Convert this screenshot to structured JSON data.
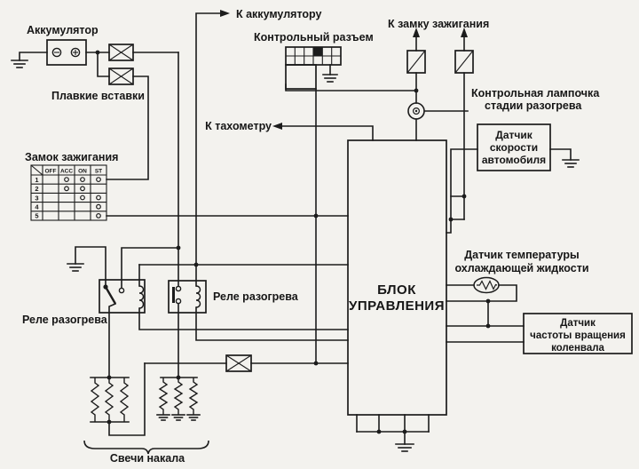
{
  "labels": {
    "battery": "Аккумулятор",
    "fusible_links": "Плавкие вставки",
    "ignition_lock": "Замок зажигания",
    "to_battery": "К аккумулятору",
    "test_connector": "Контрольный разъем",
    "to_ignition_lock": "К замку зажигания",
    "warmup_lamp_line1": "Контрольная лампочка",
    "warmup_lamp_line2": "стадии разогрева",
    "to_tachometer": "К тахометру",
    "warmup_relay": "Реле разогрева",
    "glow_plugs": "Свечи накала",
    "speed_sensor_lines": [
      "Датчик",
      "скорости",
      "автомобиля"
    ],
    "control_unit_lines": [
      "БЛОК",
      "УПРАВЛЕНИЯ"
    ],
    "coolant_sensor_lines": [
      "Датчик температуры",
      "охлаждающей жидкости"
    ],
    "crank_sensor_lines": [
      "Датчик",
      "частоты вращения",
      "коленвала"
    ]
  },
  "ignition_table": {
    "columns": [
      "OFF",
      "ACC",
      "ON",
      "ST"
    ],
    "rows": [
      {
        "position": "1",
        "contacts": [
          "ACC",
          "ON",
          "ST"
        ]
      },
      {
        "position": "2",
        "contacts": [
          "ACC",
          "ON"
        ]
      },
      {
        "position": "3",
        "contacts": [
          "ON",
          "ST"
        ]
      },
      {
        "position": "4",
        "contacts": [
          "ST"
        ]
      },
      {
        "position": "5",
        "contacts": [
          "ST"
        ]
      }
    ]
  }
}
